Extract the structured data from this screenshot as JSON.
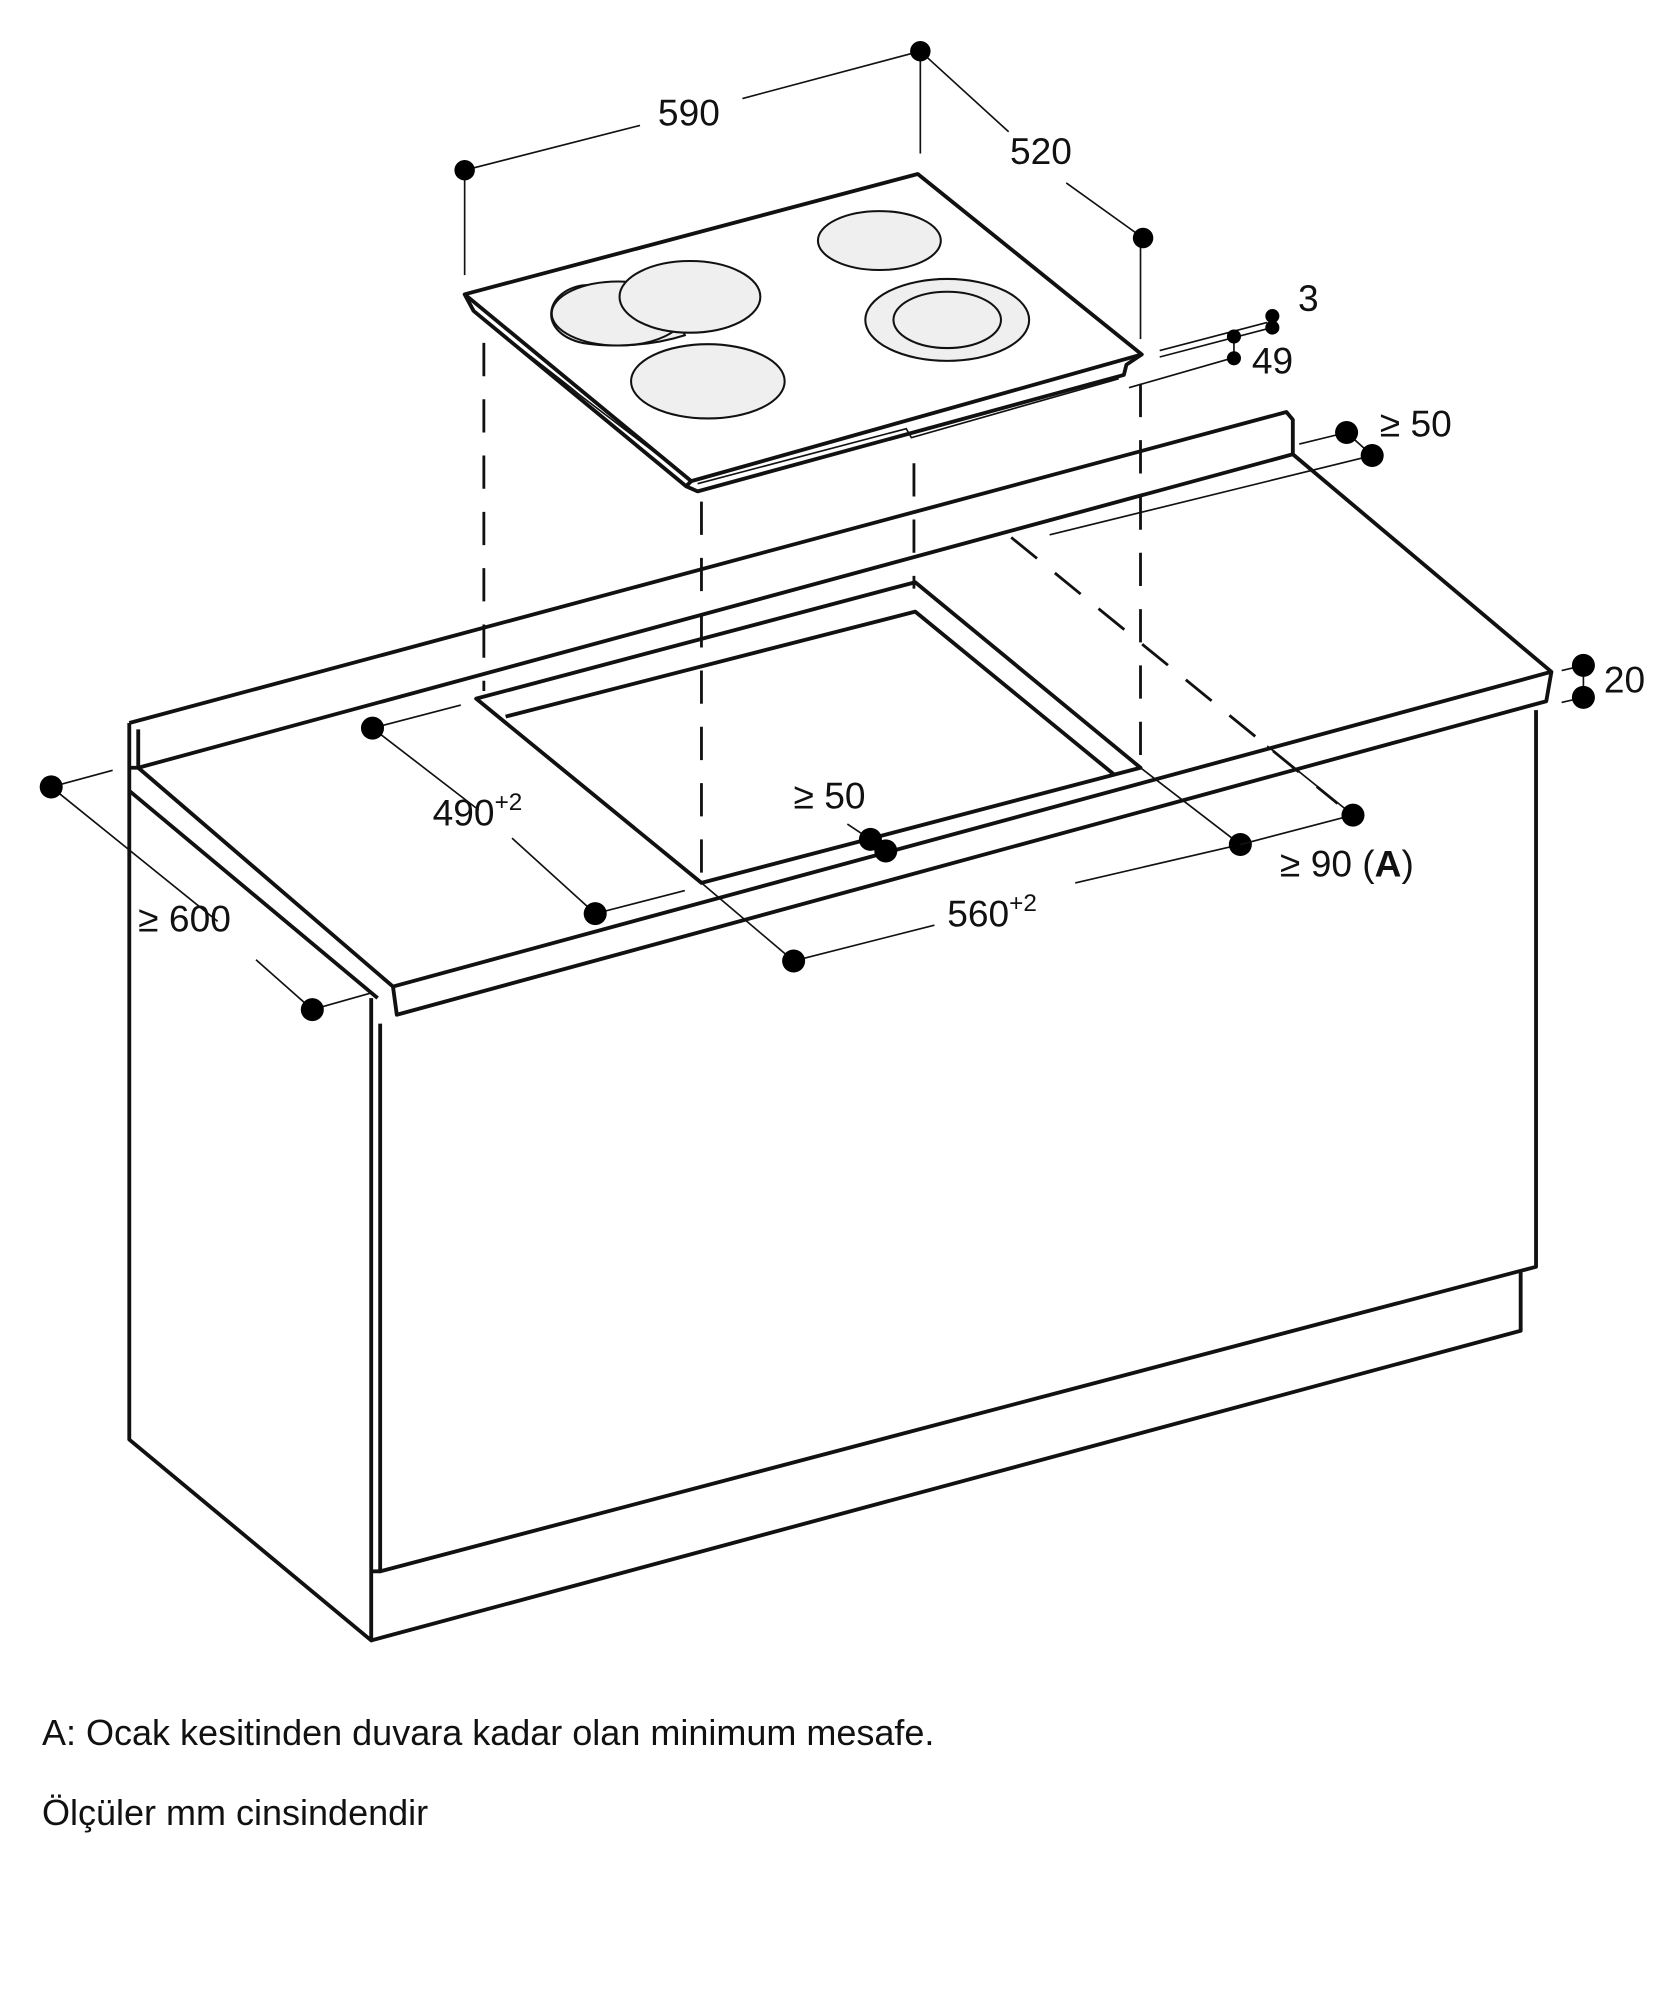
{
  "diagram": {
    "title": "Ankastre ocak montaj ölçüleri",
    "colors": {
      "line": "#111111",
      "burner_fill": "#efefef",
      "background": "#ffffff"
    },
    "dimensions": {
      "hob_width": "590",
      "hob_depth": "520",
      "glass_thickness": "3",
      "installation_height": "49",
      "rear_clearance": "≥ 50",
      "worktop_thickness": "20",
      "cabinet_depth": "≥ 600",
      "cutout_depth": "490",
      "cutout_depth_tol": "+2",
      "front_clearance": "≥ 50",
      "cutout_width": "560",
      "cutout_width_tol": "+2",
      "side_clearance": "≥ 90 (",
      "side_clearance_ref": "A",
      "side_clearance_close": ")"
    }
  },
  "notes": {
    "legend_a": "A: Ocak kesitinden duvara kadar olan minimum mesafe.",
    "units": "Ölçüler mm cinsindendir"
  }
}
